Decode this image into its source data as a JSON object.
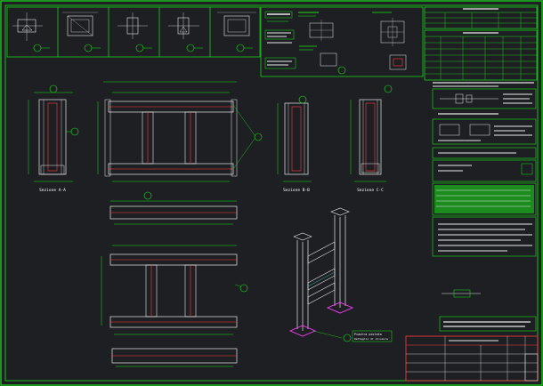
{
  "sheet": {
    "background": "#1e1f23",
    "frame_color": "#19e619",
    "line_color": "#e8e8e8",
    "accent_red": "#ff3b3b",
    "accent_magenta": "#ff3cff"
  },
  "sections": {
    "a": "Sezione A-A",
    "b": "Sezione B-B",
    "c": "Sezione C-C"
  },
  "notes": {
    "plate": "Piastra piolata",
    "plate_sub": "Dettaglio di chiusura"
  }
}
